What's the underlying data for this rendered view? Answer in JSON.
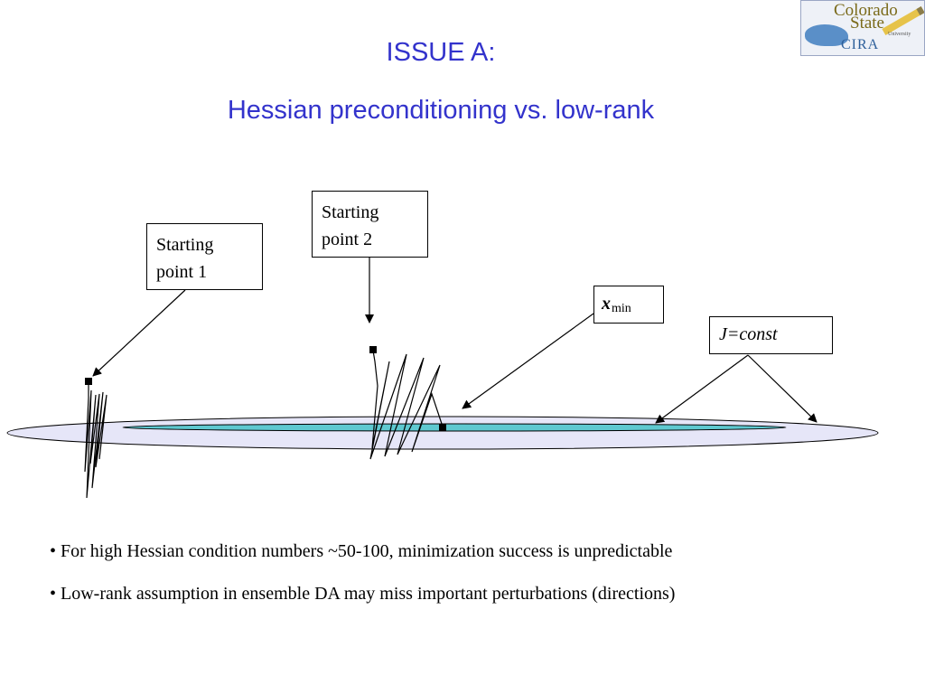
{
  "title": {
    "line1": "ISSUE A:",
    "line2": "Hessian preconditioning vs. low-rank"
  },
  "logo": {
    "line1": "Colorado",
    "line2": "State",
    "line3": "University",
    "line4": "CIRA"
  },
  "diagram": {
    "start1": "Starting point 1",
    "start2": "Starting point 2",
    "xmin": {
      "main": "x",
      "sub": "min"
    },
    "jconst": "J=const"
  },
  "bullets": [
    "For high Hessian condition numbers ~50-100, minimization success is unpredictable",
    "Low-rank assumption in ensemble DA may miss important perturbations (directions)"
  ],
  "colors": {
    "title": "#3333cc",
    "outer_ellipse": "#e6e6f8",
    "inner_ellipse": "#5ec8d0"
  }
}
